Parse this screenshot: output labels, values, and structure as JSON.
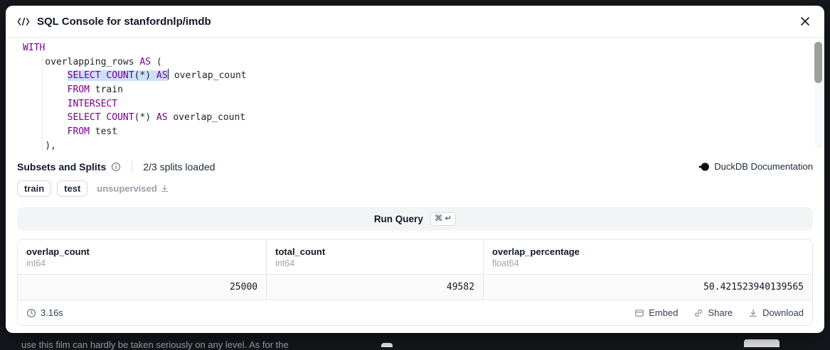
{
  "backdrop": {
    "text_fragment": "use this film can hardly be taken seriously on any level. As for the"
  },
  "modal": {
    "header": {
      "title": "SQL Console for stanfordnlp/imdb"
    },
    "editor": {
      "lines": [
        [
          {
            "t": "k",
            "v": "WITH"
          }
        ],
        [
          {
            "t": "p",
            "v": "    overlapping_rows "
          },
          {
            "t": "k",
            "v": "AS"
          },
          {
            "t": "p",
            "v": " ("
          }
        ],
        [
          {
            "t": "p",
            "v": "        "
          },
          {
            "t": "k",
            "v": "SELECT",
            "sel": true
          },
          {
            "t": "p",
            "v": " ",
            "sel": true
          },
          {
            "t": "k",
            "v": "COUNT",
            "sel": true
          },
          {
            "t": "p",
            "v": "(*) ",
            "sel": true
          },
          {
            "t": "k",
            "v": "AS",
            "sel": true
          },
          {
            "t": "c"
          },
          {
            "t": "p",
            "v": " overlap_count"
          }
        ],
        [
          {
            "t": "p",
            "v": "        "
          },
          {
            "t": "k",
            "v": "FROM"
          },
          {
            "t": "p",
            "v": " train"
          }
        ],
        [
          {
            "t": "p",
            "v": "        "
          },
          {
            "t": "k",
            "v": "INTERSECT"
          }
        ],
        [
          {
            "t": "p",
            "v": "        "
          },
          {
            "t": "k",
            "v": "SELECT"
          },
          {
            "t": "p",
            "v": " "
          },
          {
            "t": "k",
            "v": "COUNT"
          },
          {
            "t": "p",
            "v": "(*) "
          },
          {
            "t": "k",
            "v": "AS"
          },
          {
            "t": "p",
            "v": " overlap_count"
          }
        ],
        [
          {
            "t": "p",
            "v": "        "
          },
          {
            "t": "k",
            "v": "FROM"
          },
          {
            "t": "p",
            "v": " test"
          }
        ],
        [
          {
            "t": "p",
            "v": "    ),"
          }
        ]
      ]
    },
    "subsets": {
      "title": "Subsets and Splits",
      "status": "2/3 splits loaded",
      "docs_label": "DuckDB Documentation"
    },
    "splits": [
      {
        "label": "train",
        "loaded": true
      },
      {
        "label": "test",
        "loaded": true
      },
      {
        "label": "unsupervised",
        "loaded": false,
        "icon": "download-icon"
      }
    ],
    "run_query": {
      "label": "Run Query",
      "shortcut": "⌘ ↵"
    },
    "results": {
      "columns": [
        {
          "name": "overlap_count",
          "type": "int64"
        },
        {
          "name": "total_count",
          "type": "int64"
        },
        {
          "name": "overlap_percentage",
          "type": "float64"
        }
      ],
      "rows": [
        [
          "25000",
          "49582",
          "50.421523940139565"
        ]
      ]
    },
    "footer": {
      "duration": "3.16s",
      "actions": [
        {
          "label": "Embed",
          "icon": "embed-icon"
        },
        {
          "label": "Share",
          "icon": "link-icon"
        },
        {
          "label": "Download",
          "icon": "download-icon"
        }
      ]
    },
    "colors": {
      "keyword": "#770088",
      "selection": "#cce0fa"
    }
  }
}
